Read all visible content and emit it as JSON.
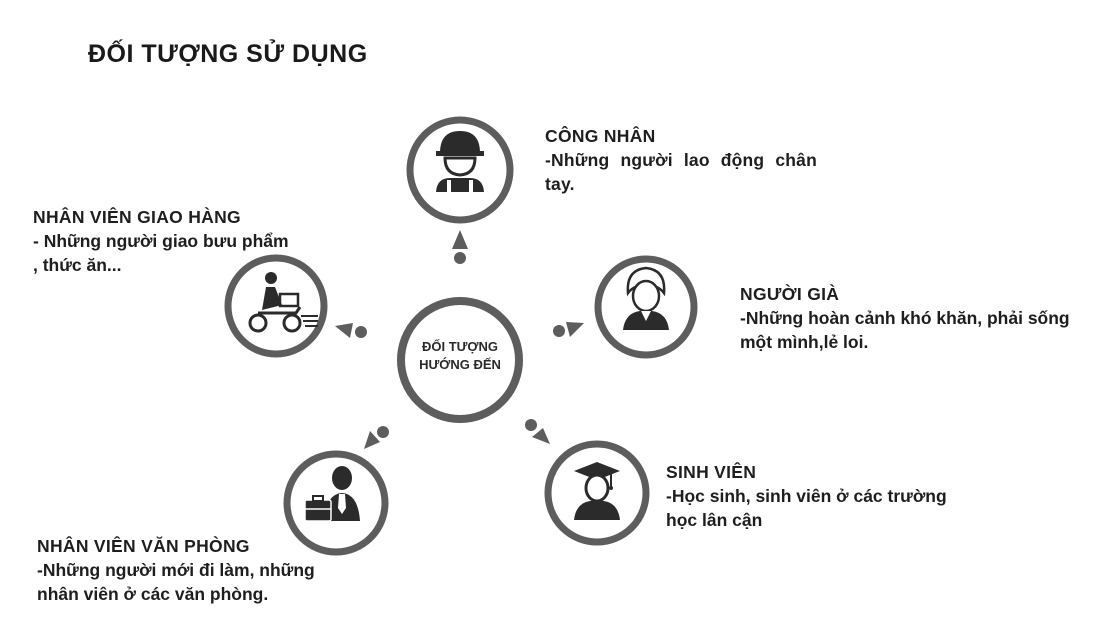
{
  "title": "ĐỐI TƯỢNG SỬ DỤNG",
  "center": {
    "line1": "ĐỐI TƯỢNG",
    "line2": "HƯỚNG ĐẾN"
  },
  "nodes": [
    {
      "heading": "CÔNG NHÂN",
      "desc": "-Những người lao động chân tay.",
      "icon": "worker-helmet-icon"
    },
    {
      "heading": "NGƯỜI GIÀ",
      "desc": "-Những hoàn cảnh khó khăn, phải sống một mình,lẻ loi.",
      "icon": "elderly-person-icon"
    },
    {
      "heading": "SINH VIÊN",
      "desc": "-Học sinh, sinh viên ở các trường học lân cận",
      "icon": "graduate-cap-icon"
    },
    {
      "heading": "NHÂN VIÊN VĂN PHÒNG",
      "desc": "-Những người mới đi làm, những nhân viên ở các văn phòng.",
      "icon": "office-worker-icon"
    },
    {
      "heading": "NHÂN VIÊN GIAO HÀNG",
      "desc": "- Những người giao bưu phẩm , thức ăn...",
      "icon": "delivery-scooter-icon"
    }
  ],
  "colors": {
    "ring": "#5d5d5d",
    "icon": "#2b2b2b",
    "text": "#1e1e1e"
  }
}
